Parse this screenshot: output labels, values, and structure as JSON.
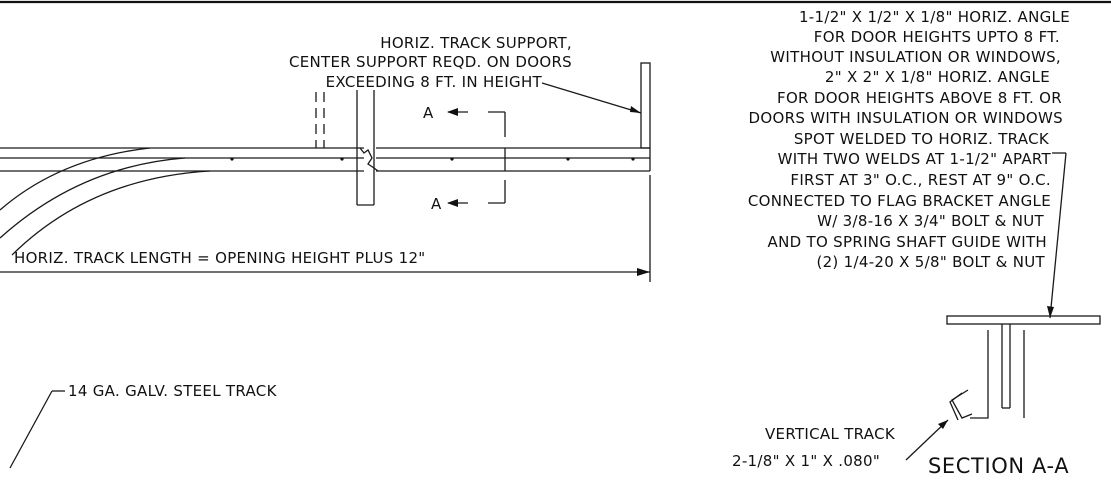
{
  "support_note": {
    "line1": "HORIZ. TRACK SUPPORT,",
    "line2": "CENTER SUPPORT REQD. ON DOORS",
    "line3": "EXCEEDING 8 FT. IN HEIGHT"
  },
  "angle_note": {
    "lines": [
      "1-1/2\" X 1/2\" X 1/8\" HORIZ. ANGLE",
      "FOR DOOR HEIGHTS UPTO 8 FT.",
      "WITHOUT INSULATION OR WINDOWS,",
      "2\" X 2\" X 1/8\" HORIZ. ANGLE",
      "FOR DOOR HEIGHTS ABOVE 8 FT. OR",
      "DOORS WITH INSULATION OR WINDOWS",
      "SPOT WELDED TO HORIZ. TRACK",
      "WITH TWO WELDS AT 1-1/2\" APART",
      "FIRST AT 3\" O.C., REST AT 9\" O.C.",
      "CONNECTED TO FLAG BRACKET ANGLE",
      "W/ 3/8-16 X 3/4\" BOLT & NUT",
      "AND TO SPRING SHAFT GUIDE WITH",
      "(2) 1/4-20 X 5/8\" BOLT & NUT"
    ]
  },
  "section_marks": {
    "top": "A",
    "bottom": "A"
  },
  "dimension_label": "HORIZ. TRACK LENGTH = OPENING HEIGHT PLUS 12\"",
  "track_note": "14 GA. GALV. STEEL TRACK",
  "vertical_track_note": {
    "line1": "VERTICAL TRACK",
    "line2": "2-1/8\" X 1\" X .080\""
  },
  "section_title": "SECTION A-A"
}
